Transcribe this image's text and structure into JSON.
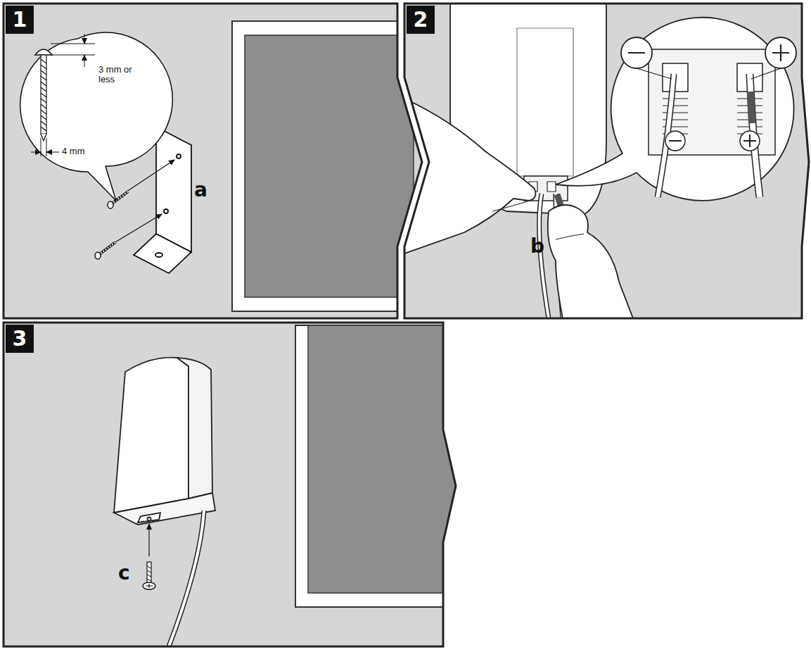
{
  "diagram": {
    "labels": [
      "1",
      "3 mm or less",
      "4 mm",
      "a",
      "2",
      "b",
      "3",
      "c"
    ]
  }
}
